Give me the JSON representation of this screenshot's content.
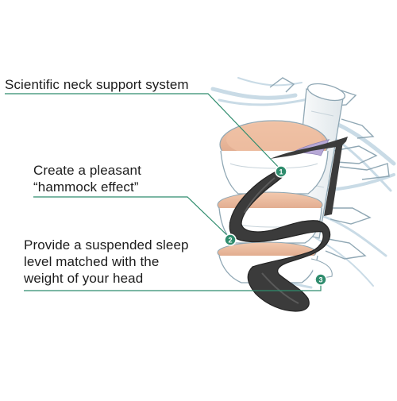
{
  "callouts": [
    {
      "number": "1",
      "lines": [
        "Scientific neck support system"
      ]
    },
    {
      "number": "2",
      "lines": [
        "Create a pleasant",
        "“hammock effect”"
      ]
    },
    {
      "number": "3",
      "lines": [
        "Provide a suspended sleep",
        "level matched with the",
        "weight of your head"
      ]
    }
  ],
  "colors": {
    "callout_line": "#2f8c6d",
    "marker": "#2f8c6d",
    "support": "#3b3b3b",
    "disc": "#e9b497",
    "bone_outline": "#8fa7b4",
    "nerve": "#c9dbe6"
  }
}
